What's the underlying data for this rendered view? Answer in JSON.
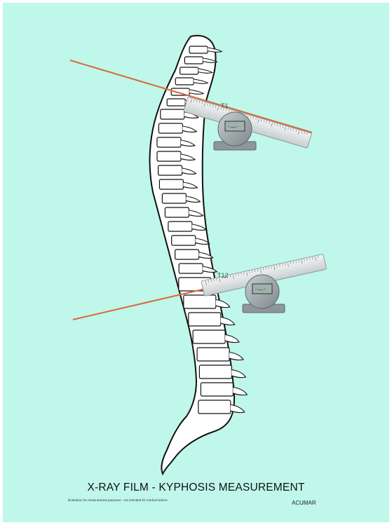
{
  "labels": {
    "upper_vertebra": "T1",
    "lower_vertebra": "T12"
  },
  "title": "X-RAY FILM - KYPHOSIS MEASUREMENT",
  "disclaimer": "Illustration for measurement purposes - not intended for medical advice",
  "brand": "ACUMAR",
  "colors": {
    "background": "#bff7ea",
    "reference_line": "#d9673c",
    "spine_outline": "#111111",
    "spine_fill": "#ffffff",
    "inclinometer_body": "#9aa3a6"
  },
  "icons": {
    "spine": "spine-diagram",
    "instrument": "digital-inclinometer"
  }
}
